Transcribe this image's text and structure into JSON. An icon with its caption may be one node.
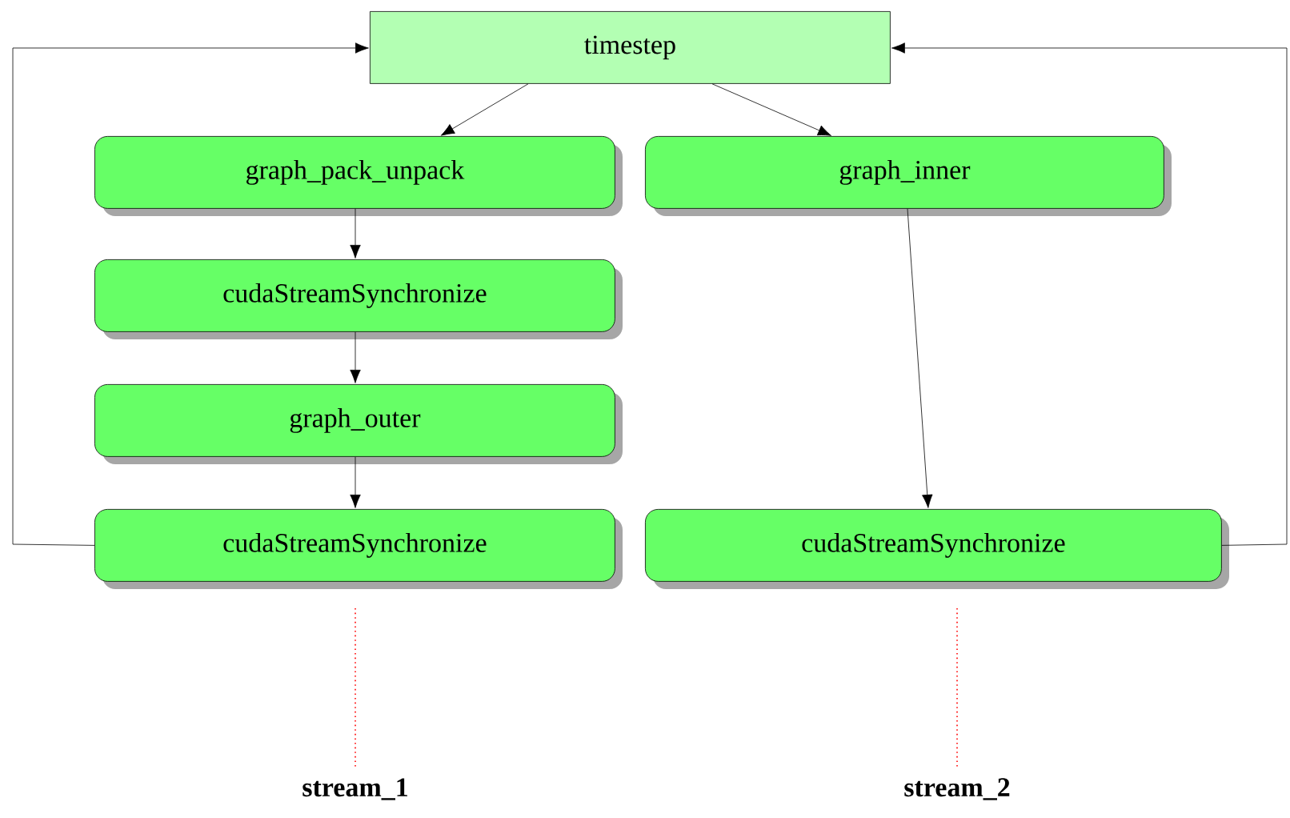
{
  "diagram": {
    "nodes": [
      {
        "text": [
          "timestep"
        ]
      },
      {
        "text": [
          "graph_pack_unpack"
        ]
      },
      {
        "text": [
          "graph_inner"
        ]
      },
      {
        "text": [
          "cudaStreamSynchronize"
        ]
      },
      {
        "text": [
          "graph_outer"
        ]
      },
      {
        "text": [
          "cudaStreamSynchronize"
        ]
      },
      {
        "text": [
          "cudaStreamSynchronize"
        ]
      }
    ],
    "edges": [
      {
        "from": 0,
        "to": 1,
        "arrow": "to"
      },
      {
        "from": 0,
        "to": 2,
        "arrow": "to"
      },
      {
        "from": 1,
        "to": 3,
        "arrow": "to"
      },
      {
        "from": 3,
        "to": 4,
        "arrow": "to"
      },
      {
        "from": 4,
        "to": 5,
        "arrow": "to"
      },
      {
        "from": 2,
        "to": 6,
        "arrow": "to"
      },
      {
        "from": 5,
        "to": 0,
        "arrow": "to"
      },
      {
        "from": 6,
        "to": 0,
        "arrow": "to"
      }
    ],
    "labels": [
      "stream_1",
      "stream_2"
    ]
  }
}
